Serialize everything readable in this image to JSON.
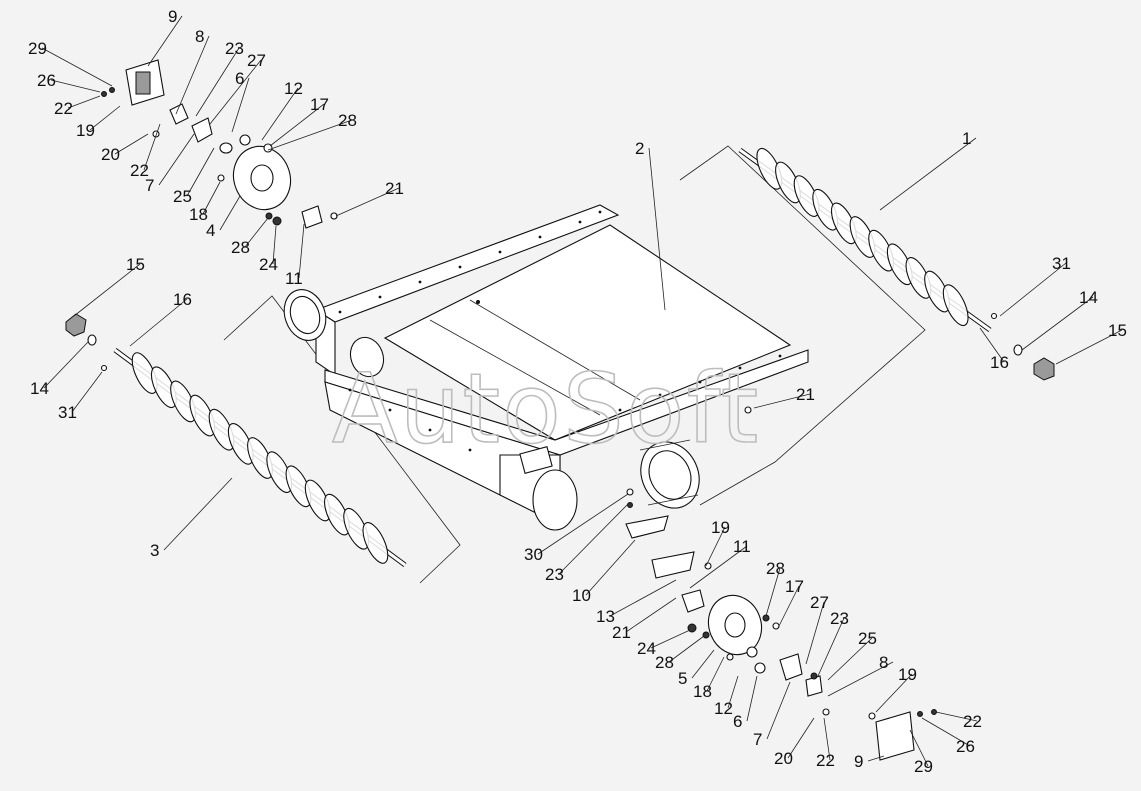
{
  "watermark": "AutoSoft",
  "labels": [
    "1",
    "2",
    "3",
    "4",
    "5",
    "6",
    "7",
    "8",
    "9",
    "10",
    "11",
    "12",
    "13",
    "14",
    "15",
    "16",
    "17",
    "18",
    "19",
    "20",
    "21",
    "22",
    "23",
    "24",
    "25",
    "26",
    "27",
    "28",
    "29",
    "30",
    "31"
  ]
}
